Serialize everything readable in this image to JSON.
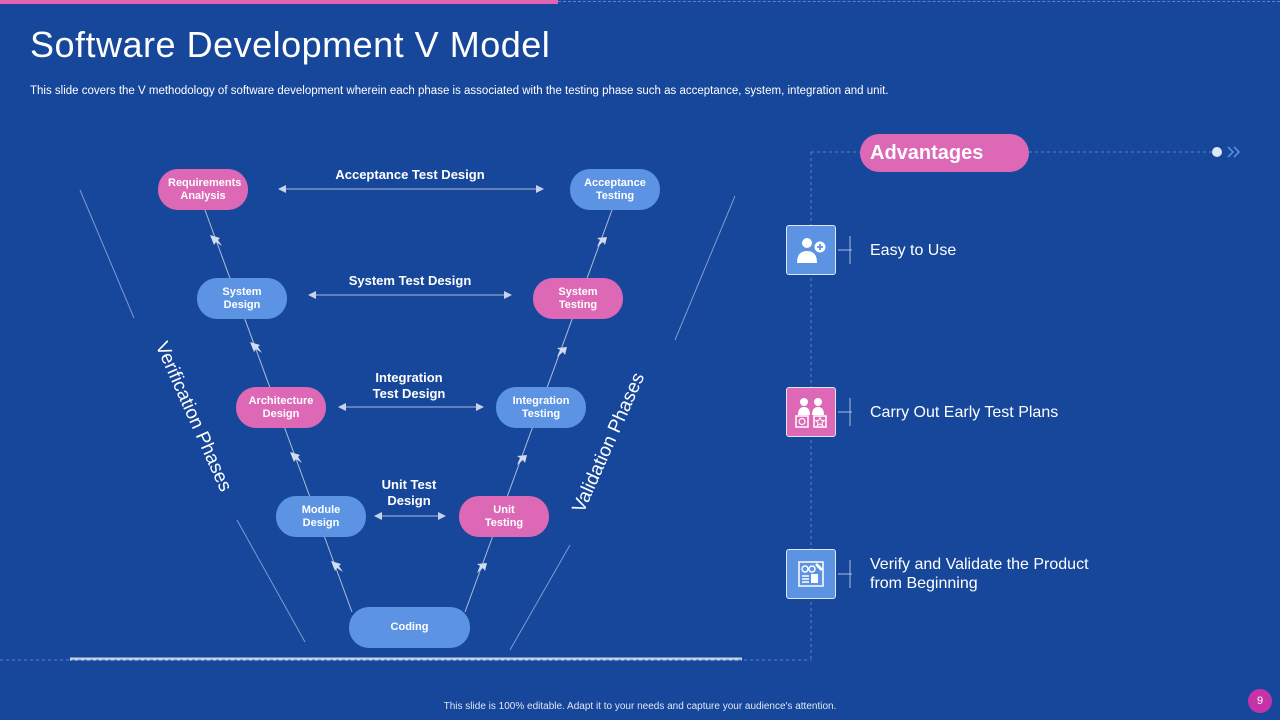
{
  "header": {
    "title": "Software Development V Model",
    "subtitle": "This slide covers the V methodology of software development wherein each phase is associated with the testing phase such as acceptance, system, integration and unit."
  },
  "diagram": {
    "verification_nodes": [
      {
        "label": "Requirements Analysis",
        "color": "pink"
      },
      {
        "label": "System Design",
        "color": "blue"
      },
      {
        "label": "Architecture Design",
        "color": "pink"
      },
      {
        "label": "Module Design",
        "color": "blue"
      }
    ],
    "validation_nodes": [
      {
        "label": "Acceptance Testing",
        "color": "blue"
      },
      {
        "label": "System Testing",
        "color": "pink"
      },
      {
        "label": "Integration Testing",
        "color": "blue"
      },
      {
        "label": "Unit Testing",
        "color": "pink"
      }
    ],
    "base_node": {
      "label": "Coding",
      "color": "blue"
    },
    "design_links": [
      {
        "label": "Acceptance Test Design"
      },
      {
        "label": "System Test Design"
      },
      {
        "label": "Integration Test Design"
      },
      {
        "label": "Unit Test Design"
      }
    ],
    "phase_labels": {
      "left": "Verification Phases",
      "right": "Validation Phases"
    }
  },
  "advantages": {
    "title": "Advantages",
    "items": [
      {
        "text": "Easy to Use",
        "icon": "user-add-icon",
        "color": "blue"
      },
      {
        "text": "Carry Out Early Test Plans",
        "icon": "team-testing-icon",
        "color": "pink"
      },
      {
        "text": "Verify and Validate the Product from Beginning",
        "icon": "checklist-icon",
        "color": "blue"
      }
    ]
  },
  "colors": {
    "background": "#17479a",
    "pink": "#dc68b6",
    "blue": "#5c93e3",
    "page_badge": "#c633a8"
  },
  "footer": {
    "note": "This slide is 100% editable. Adapt it to your needs and capture your audience's attention.",
    "page_number": "9"
  }
}
